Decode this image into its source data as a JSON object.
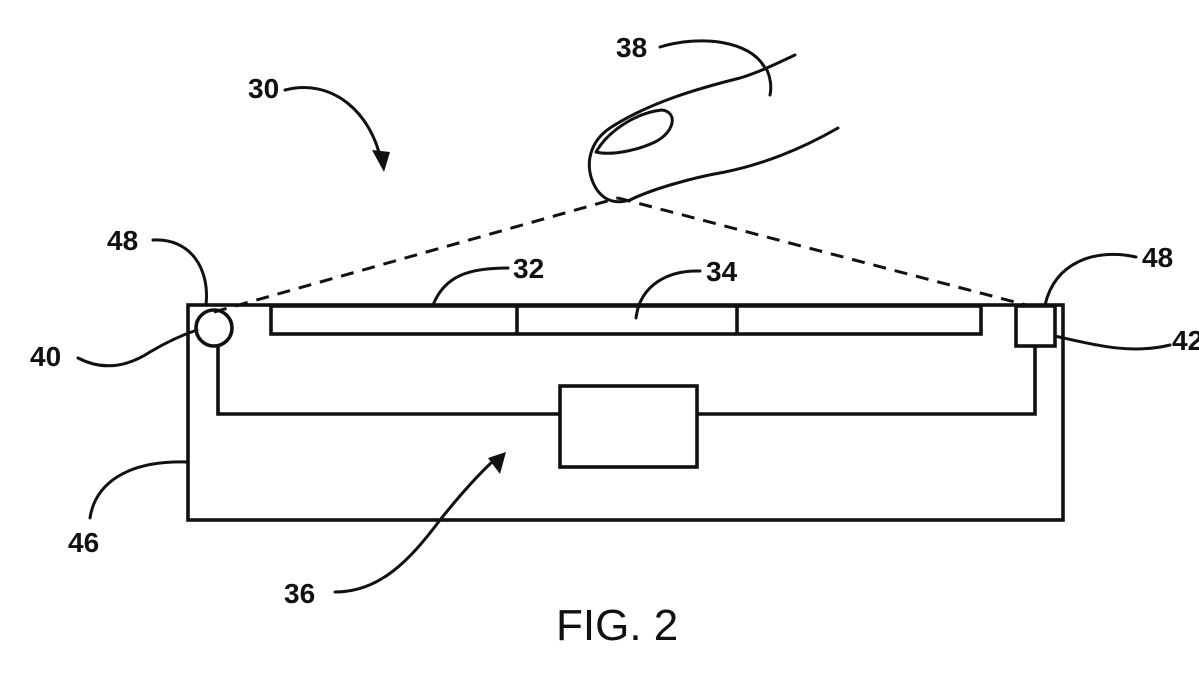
{
  "figure": {
    "caption": "FIG. 2",
    "labels": {
      "l30": "30",
      "l32": "32",
      "l34": "34",
      "l36": "36",
      "l38": "38",
      "l40": "40",
      "l42": "42",
      "l46": "46",
      "l48_left": "48",
      "l48_right": "48"
    }
  }
}
